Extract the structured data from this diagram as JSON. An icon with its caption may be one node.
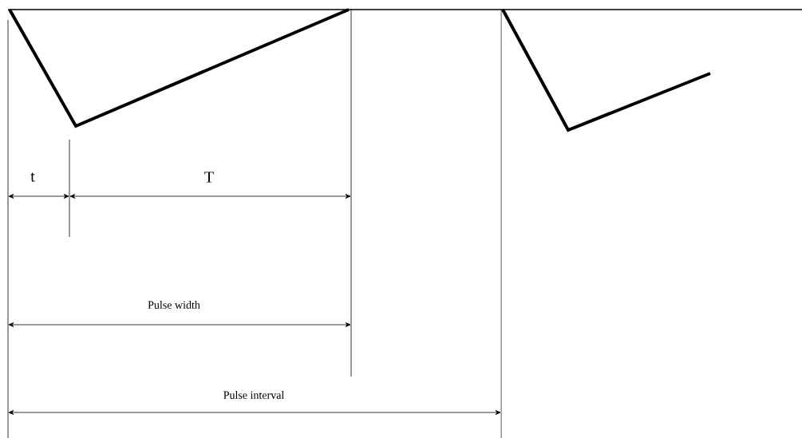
{
  "diagram": {
    "labels": [
      "t",
      "T",
      "Pulse width",
      "Pulse interval"
    ]
  }
}
